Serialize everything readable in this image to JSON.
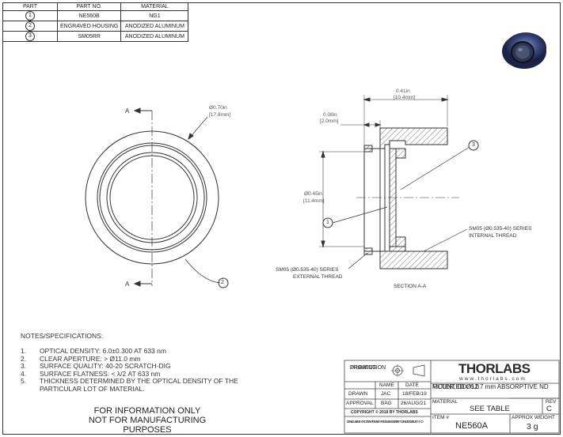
{
  "parts_table": {
    "headers": [
      "PART",
      "PART NO.",
      "MATERIAL"
    ],
    "rows": [
      {
        "part": "1",
        "part_no": "NE560B",
        "material": "NG1"
      },
      {
        "part": "2",
        "part_no": "ENGRAVED HOUSING",
        "material": "ANODIZED ALUMINUM"
      },
      {
        "part": "3",
        "part_no": "SM05RR",
        "material": "ANODIZED ALUMINUM"
      }
    ]
  },
  "front_view": {
    "section_mark_top": "A",
    "section_mark_bottom": "A",
    "od_label": "Ø0.70in",
    "od_label_mm": "[17.8mm]",
    "callout_2": "2"
  },
  "section_view": {
    "length_label": "0.41in",
    "length_label_mm": "[10.4mm]",
    "thread_depth_label": "0.08in",
    "thread_depth_label_mm": "[2.0mm]",
    "aperture_label": "Ø0.45in",
    "aperture_label_mm": "[11.4mm]",
    "callout_1": "1",
    "callout_3": "3",
    "internal_thread_line1": "SM05 (Ø0.535-40) SERIES",
    "internal_thread_line2": "INTERNAL THREAD",
    "external_thread_line1": "SM05 (Ø0.535-40) SERIES",
    "external_thread_line2": "EXTERNAL THREAD",
    "section_title": "SECTION A-A"
  },
  "notes": {
    "title": "NOTES/SPECIFICATIONS:",
    "items": [
      {
        "num": "1.",
        "text": "OPTICAL DENSITY: 6.0±0.300 AT 633 nm"
      },
      {
        "num": "2.",
        "text": "CLEAR APERTURE: > Ø11.0 mm"
      },
      {
        "num": "3.",
        "text": "SURFACE QUALITY: 40-20 SCRATCH-DIG"
      },
      {
        "num": "4.",
        "text": "SURFACE FLATNESS: < λ/2 AT 633 nm"
      },
      {
        "num": "5.",
        "text": "THICKNESS DETERMINED BY THE OPTICAL DENSITY OF THE PARTICULAR LOT OF MATERIAL."
      }
    ]
  },
  "disclaimer": {
    "line1": "FOR INFORMATION ONLY",
    "line2": "NOT FOR MANUFACTURING PURPOSES"
  },
  "title_block": {
    "projection_line1": "DRAWING",
    "projection_line2": "PROJECTION",
    "name_header": "NAME",
    "date_header": "DATE",
    "drawn_label": "DRAWN",
    "drawn_name": "JAC",
    "drawn_date": "18/FEB/19",
    "approval_label": "APPROVAL",
    "approval_name": "BAG",
    "approval_date": "26/AUG/21",
    "copyright": "COPYRIGHT © 2019 BY THORLABS",
    "values_note_line1": "VALUES IN PARENTHESIS ARE CALCULATED",
    "values_note_line2": "AND MAY CONTAIN ROUNDOFF ERRORS.",
    "logo": "THORLABS",
    "website": "www.thorlabs.com",
    "description_line1": "MOUNTED Ø12.7 mm ABSORPTIVE ND",
    "description_line2": "FILTER, OD: 6.0",
    "material_label": "MATERIAL",
    "material_value": "SEE TABLE",
    "rev_label": "REV",
    "rev_value": "C",
    "item_label": "ITEM #",
    "item_value": "NE560A",
    "weight_label": "APPROX WEIGHT",
    "weight_value": "3 g"
  }
}
